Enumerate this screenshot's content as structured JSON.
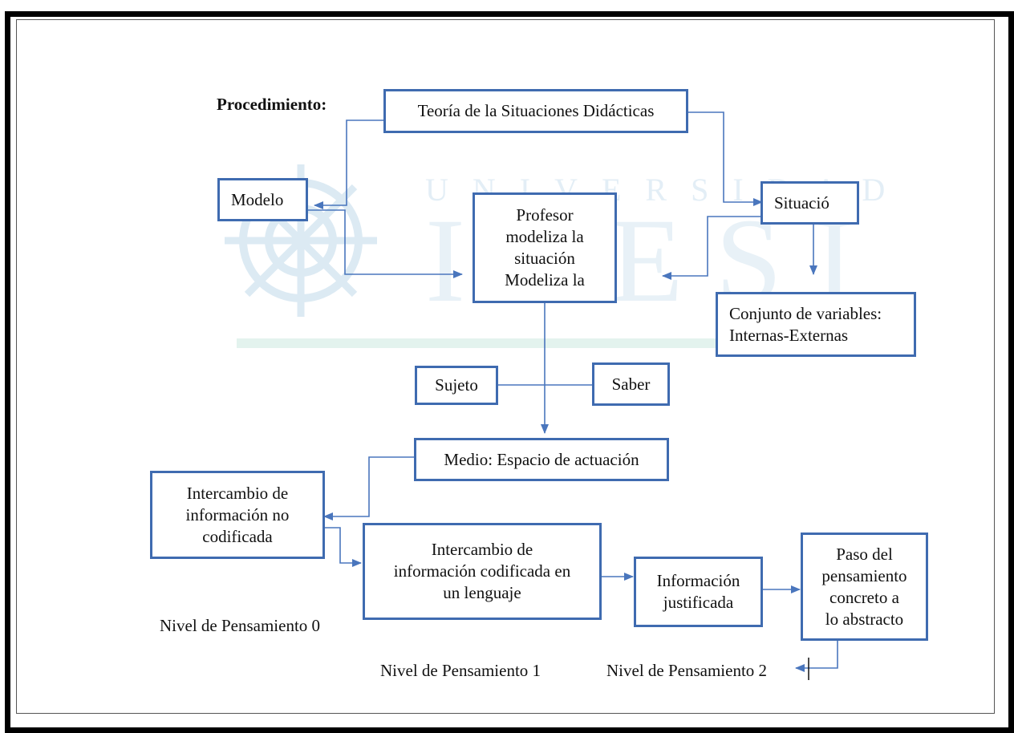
{
  "diagram": {
    "heading": "Procedimiento:",
    "nodes": {
      "teoria": "Teoría de la Situaciones Didácticas",
      "modelo": "Modelo",
      "situacion": "Situació",
      "profesor": "Profesor\nmodeliza la\nsituación\nModeliza la",
      "conjunto": "Conjunto de variables:\nInternas-Externas",
      "sujeto": "Sujeto",
      "saber": "Saber",
      "medio": "Medio: Espacio de actuación",
      "no_codificada": "Intercambio de\ninformación no\ncodificada",
      "codificada": "Intercambio de\ninformación codificada en\nun lenguaje",
      "justificada": "Información\njustificada",
      "paso": "Paso del\npensamiento\nconcreto a\nlo abstracto"
    },
    "levels": {
      "nivel0": "Nivel de Pensamiento 0",
      "nivel1": "Nivel de Pensamiento 1",
      "nivel2": "Nivel de Pensamiento 2"
    },
    "watermark_text": "UNIVERSIDAD ICESI",
    "colors": {
      "box_border": "#3f6bb0",
      "arrow": "#4a76bd",
      "frame": "#000000",
      "watermark": "#dceaf3"
    }
  }
}
